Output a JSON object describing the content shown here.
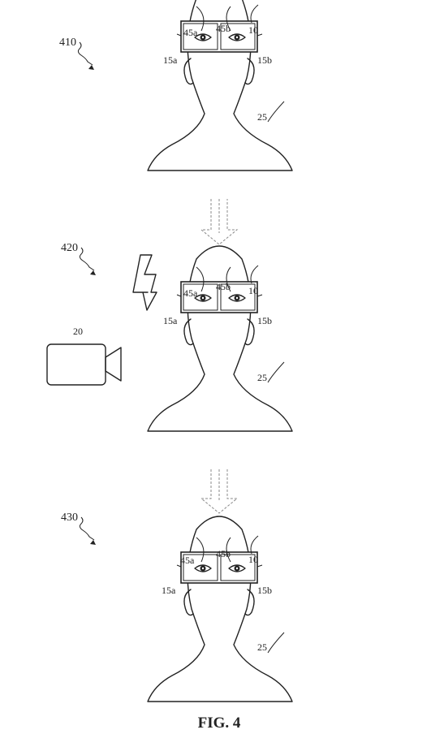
{
  "figure_caption": "FIG. 4",
  "step_labels": [
    "410",
    "420",
    "430"
  ],
  "panels": [
    {
      "ref_mount": "10",
      "ref_eye_left": "45a",
      "ref_eye_right": "45b",
      "ref_display_left": "15a",
      "ref_display_right": "15b",
      "ref_user": "25"
    },
    {
      "ref_mount": "10",
      "ref_eye_left": "45a",
      "ref_eye_right": "45b",
      "ref_display_left": "15a",
      "ref_display_right": "15b",
      "ref_user": "25"
    },
    {
      "ref_mount": "10",
      "ref_eye_left": "45a",
      "ref_eye_right": "45b",
      "ref_display_left": "15a",
      "ref_display_right": "15b",
      "ref_user": "25"
    }
  ],
  "camera_ref": "20"
}
